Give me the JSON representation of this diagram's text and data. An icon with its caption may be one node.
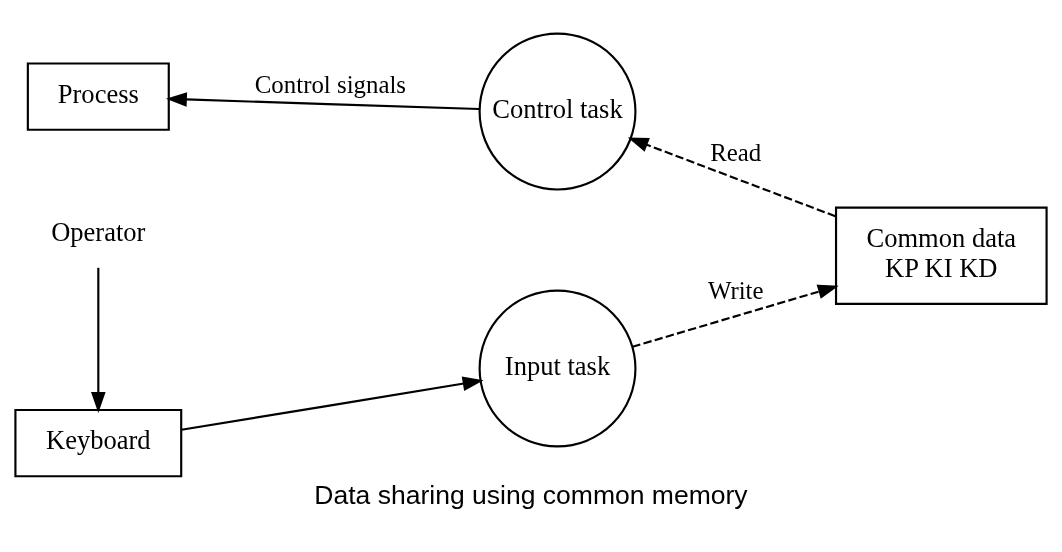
{
  "diagram": {
    "caption": "Data sharing using common memory",
    "nodes": [
      {
        "text": [
          "Keyboard"
        ]
      },
      {
        "text": [
          "Operator"
        ]
      },
      {
        "text": [
          "Input task"
        ]
      },
      {
        "text": [
          "Common data",
          "KP KI KD"
        ]
      },
      {
        "text": [
          "Control task"
        ]
      },
      {
        "text": [
          "Process"
        ]
      }
    ],
    "edges": [
      {
        "from": 1,
        "to": 0,
        "arrow": "to"
      },
      {
        "from": 0,
        "to": 2,
        "arrow": "to"
      },
      {
        "from": 2,
        "to": 3,
        "arrow": "to",
        "label": "Write",
        "style": "dashed"
      },
      {
        "from": 3,
        "to": 4,
        "arrow": "to",
        "label": "Read",
        "style": "dashed"
      },
      {
        "from": 4,
        "to": 5,
        "arrow": "to",
        "label": "Control signals"
      }
    ]
  }
}
